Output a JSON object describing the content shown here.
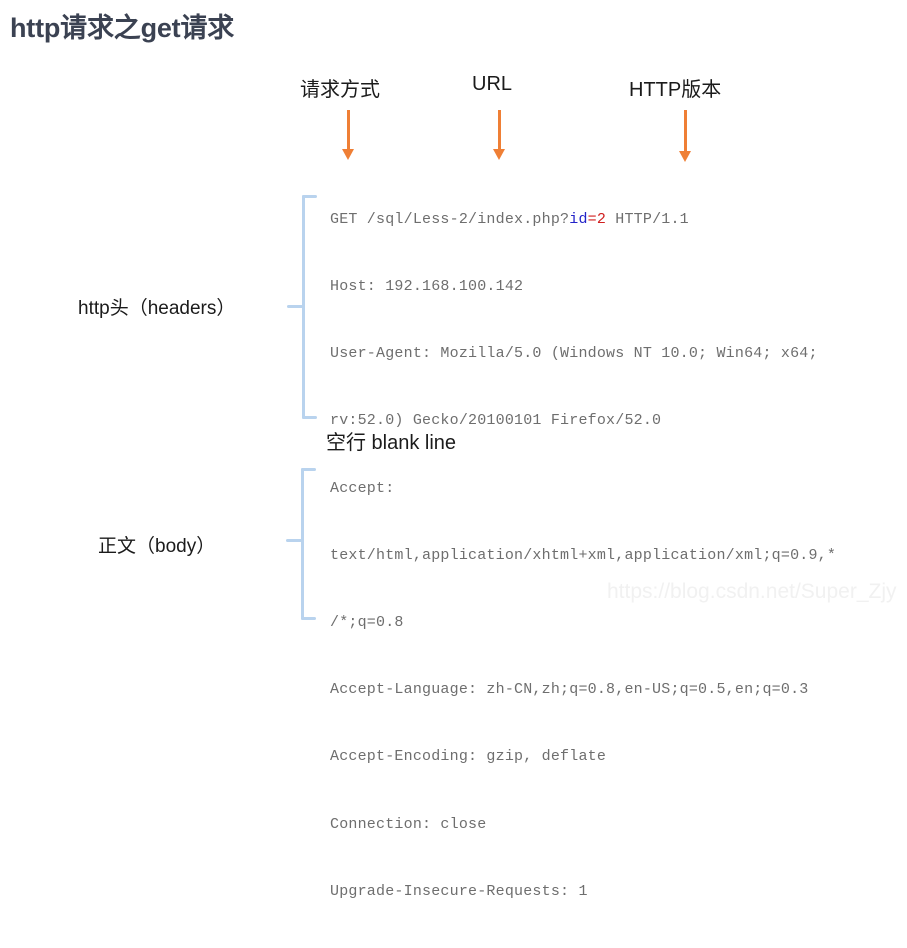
{
  "page": {
    "title": "http请求之get请求",
    "background_color": "#ffffff",
    "accent_arrow_color": "#ef7f35",
    "brace_color": "#b9d3ee",
    "watermark": "https://blog.csdn.net/Super_Zjy"
  },
  "callouts": [
    {
      "label": "请求方式",
      "arrow_name": "arrow-request-method"
    },
    {
      "label": "URL",
      "arrow_name": "arrow-url"
    },
    {
      "label": "HTTP版本",
      "arrow_name": "arrow-http-version"
    }
  ],
  "request": {
    "request_line": {
      "prefix": "GET /sql/Less-2/index.php?",
      "param_key": "id",
      "param_assign_value": "=2",
      "suffix": " HTTP/1.1"
    },
    "lines": [
      "Host: 192.168.100.142",
      "User-Agent: Mozilla/5.0 (Windows NT 10.0; Win64; x64;",
      "rv:52.0) Gecko/20100101 Firefox/52.0",
      "Accept:",
      "text/html,application/xhtml+xml,application/xml;q=0.9,*",
      "/*;q=0.8",
      "Accept-Language: zh-CN,zh;q=0.8,en-US;q=0.5,en;q=0.3",
      "Accept-Encoding: gzip, deflate",
      "Connection: close",
      "Upgrade-Insecure-Requests: 1"
    ],
    "colors": {
      "body_text": "#6e6e6e",
      "param_key": "#2323c8",
      "param_value": "#d01f1f"
    }
  },
  "annotations": {
    "blank_line": "空行 blank line",
    "headers_label": "http头（headers）",
    "body_label": "正文（body）"
  }
}
